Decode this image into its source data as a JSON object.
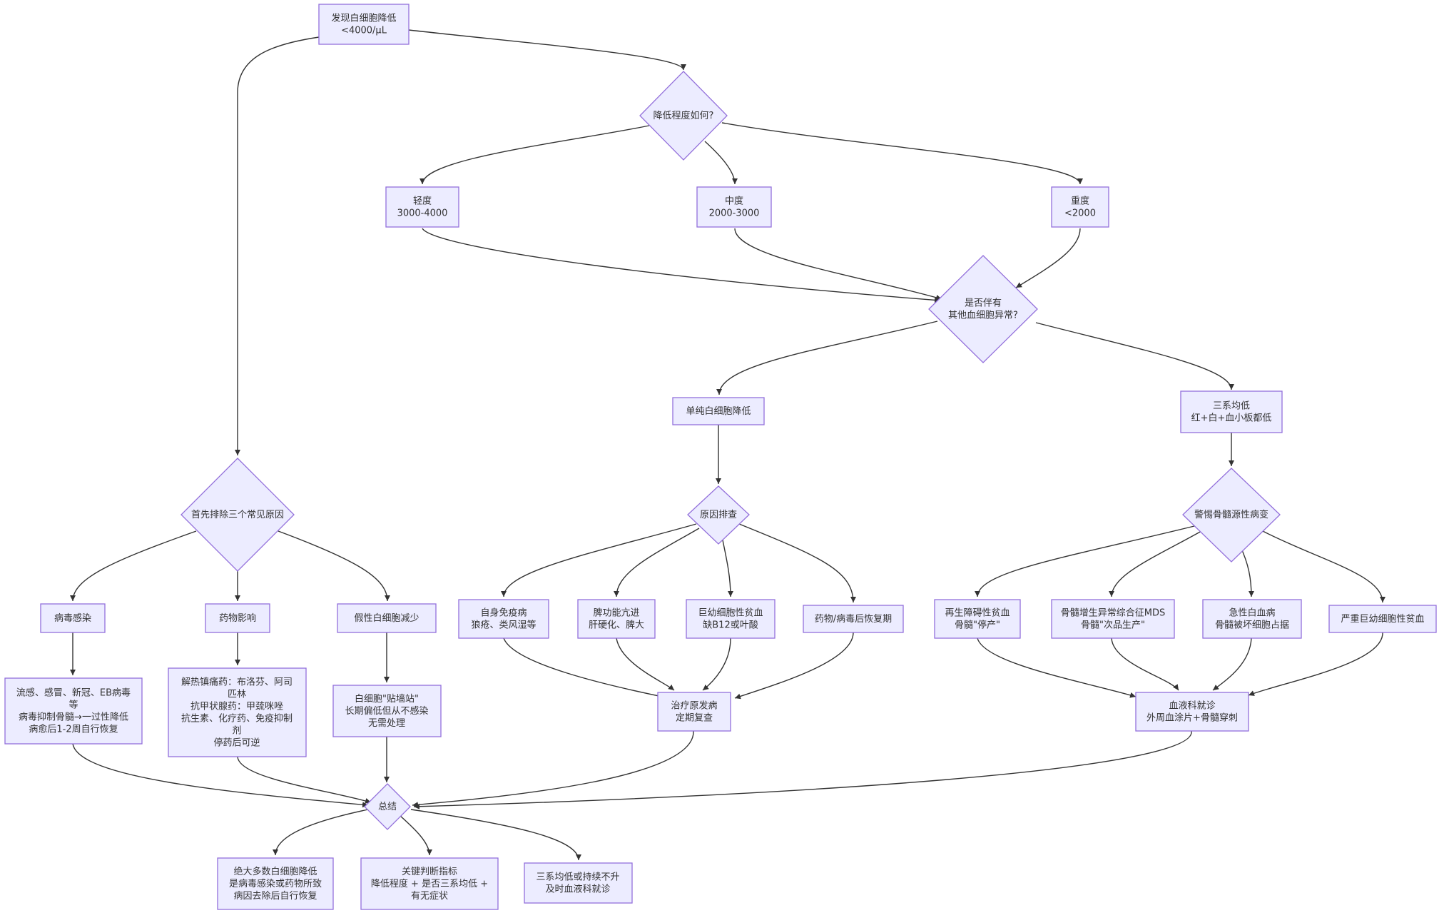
{
  "colors": {
    "node_fill": "#ECECFF",
    "node_stroke": "#9370DB",
    "edge": "#333333",
    "text": "#333333"
  },
  "nodes": {
    "start": {
      "lines": [
        "发现白细胞降低",
        "<4000/μL"
      ]
    },
    "degree_q": {
      "lines": [
        "降低程度如何?"
      ]
    },
    "mild": {
      "lines": [
        "轻度",
        "3000-4000"
      ]
    },
    "moderate": {
      "lines": [
        "中度",
        "2000-3000"
      ]
    },
    "severe": {
      "lines": [
        "重度",
        "<2000"
      ]
    },
    "other_q": {
      "lines": [
        "是否伴有",
        "其他血细胞异常?"
      ]
    },
    "exclude_q": {
      "lines": [
        "首先排除三个常见原因"
      ]
    },
    "simple": {
      "lines": [
        "单纯白细胞降低"
      ]
    },
    "tri": {
      "lines": [
        "三系均低",
        "红+白+血小板都低"
      ]
    },
    "cause_q": {
      "lines": [
        "原因排查"
      ]
    },
    "marrow_q": {
      "lines": [
        "警惕骨髓源性病变"
      ]
    },
    "virus": {
      "lines": [
        "病毒感染"
      ]
    },
    "drug": {
      "lines": [
        "药物影响"
      ]
    },
    "pseudo": {
      "lines": [
        "假性白细胞减少"
      ]
    },
    "virus_d": {
      "lines": [
        "流感、感冒、新冠、EB病毒",
        "等",
        "病毒抑制骨髓→一过性降低",
        "病愈后1-2周自行恢复"
      ]
    },
    "drug_d": {
      "lines": [
        "解热镇痛药：布洛芬、阿司",
        "匹林",
        "抗甲状腺药：甲巯咪唑",
        "抗生素、化疗药、免疫抑制",
        "剂",
        "停药后可逆"
      ]
    },
    "pseudo_d": {
      "lines": [
        "白细胞\"贴墙站\"",
        "长期偏低但从不感染",
        "无需处理"
      ]
    },
    "autoimmune": {
      "lines": [
        "自身免疫病",
        "狼疮、类风湿等"
      ]
    },
    "spleen": {
      "lines": [
        "脾功能亢进",
        "肝硬化、脾大"
      ]
    },
    "megalo": {
      "lines": [
        "巨幼细胞性贫血",
        "缺B12或叶酸"
      ]
    },
    "recovery": {
      "lines": [
        "药物/病毒后恢复期"
      ]
    },
    "aplastic": {
      "lines": [
        "再生障碍性贫血",
        "骨髓\"停产\""
      ]
    },
    "mds": {
      "lines": [
        "骨髓增生异常综合征MDS",
        "骨髓\"次品生产\""
      ]
    },
    "leukemia": {
      "lines": [
        "急性白血病",
        "骨髓被坏细胞占据"
      ]
    },
    "severe_mega": {
      "lines": [
        "严重巨幼细胞性贫血"
      ]
    },
    "treat": {
      "lines": [
        "治疗原发病",
        "定期复查"
      ]
    },
    "hema": {
      "lines": [
        "血液科就诊",
        "外周血涂片+骨髓穿刺"
      ]
    },
    "summary_q": {
      "lines": [
        "总结"
      ]
    },
    "sum1": {
      "lines": [
        "绝大多数白细胞降低",
        "是病毒感染或药物所致",
        "病因去除后自行恢复"
      ]
    },
    "sum2": {
      "lines": [
        "关键判断指标",
        "降低程度 + 是否三系均低 +",
        "有无症状"
      ]
    },
    "sum3": {
      "lines": [
        "三系均低或持续不升",
        "及时血液科就诊"
      ]
    }
  }
}
